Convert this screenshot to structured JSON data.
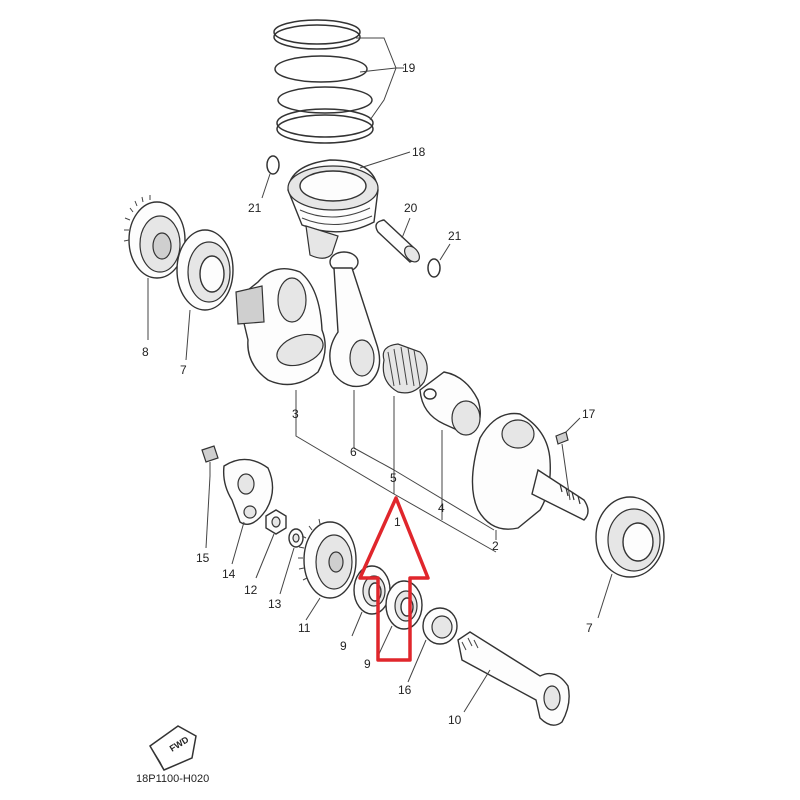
{
  "labels": {
    "p1": "1",
    "p2": "2",
    "p3": "3",
    "p4": "4",
    "p5": "5",
    "p6": "6",
    "p7a": "7",
    "p7b": "7",
    "p8": "8",
    "p9a": "9",
    "p9b": "9",
    "p10": "10",
    "p11": "11",
    "p12": "12",
    "p13": "13",
    "p14": "14",
    "p15": "15",
    "p16": "16",
    "p17": "17",
    "p18": "18",
    "p19": "19",
    "p20": "20",
    "p21a": "21",
    "p21b": "21"
  },
  "fwd_badge": "FWD",
  "diagram_code": "18P1100-H020",
  "colors": {
    "line": "#333333",
    "highlight_arrow": "#e0262c",
    "background": "#ffffff"
  }
}
